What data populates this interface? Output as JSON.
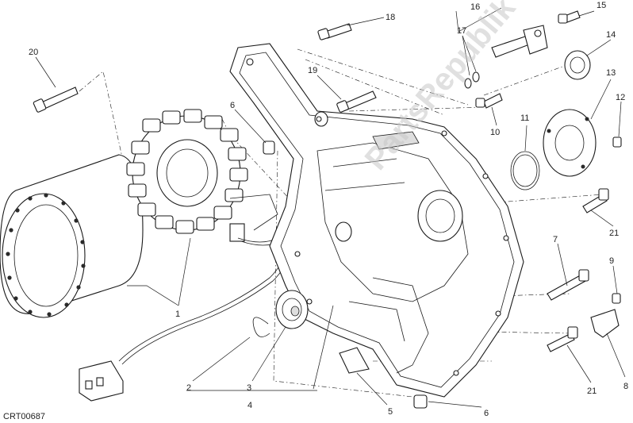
{
  "diagram_code": "CRT00687",
  "watermark": "PartsRepublik",
  "callouts": [
    {
      "id": "c1",
      "text": "1"
    },
    {
      "id": "c2",
      "text": "2"
    },
    {
      "id": "c3",
      "text": "3"
    },
    {
      "id": "c4",
      "text": "4"
    },
    {
      "id": "c5",
      "text": "5"
    },
    {
      "id": "c6a",
      "text": "6"
    },
    {
      "id": "c6b",
      "text": "6"
    },
    {
      "id": "c7",
      "text": "7"
    },
    {
      "id": "c8",
      "text": "8"
    },
    {
      "id": "c9",
      "text": "9"
    },
    {
      "id": "c10",
      "text": "10"
    },
    {
      "id": "c11",
      "text": "11"
    },
    {
      "id": "c12",
      "text": "12"
    },
    {
      "id": "c13",
      "text": "13"
    },
    {
      "id": "c14",
      "text": "14"
    },
    {
      "id": "c15",
      "text": "15"
    },
    {
      "id": "c16",
      "text": "16"
    },
    {
      "id": "c17",
      "text": "17"
    },
    {
      "id": "c18",
      "text": "18"
    },
    {
      "id": "c19",
      "text": "19"
    },
    {
      "id": "c20",
      "text": "20"
    },
    {
      "id": "c21a",
      "text": "21"
    },
    {
      "id": "c21b",
      "text": "21"
    }
  ]
}
